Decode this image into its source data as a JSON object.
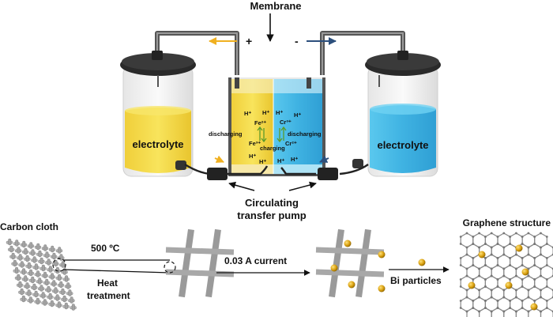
{
  "top": {
    "membrane_label": "Membrane",
    "plus_sign": "+",
    "minus_sign": "-",
    "left_tank_label": "electrolyte",
    "right_tank_label": "electrolyte",
    "pump_label_line1": "Circulating",
    "pump_label_line2": "transfer pump",
    "cell": {
      "h_plus": "H⁺",
      "fe_top": "Fe²⁺",
      "fe_bottom": "Fe³⁺",
      "cr_top": "Cr³⁺",
      "cr_bottom": "Cr²⁺",
      "left_discharging": "discharging",
      "right_discharging": "discharging",
      "charging": "charging"
    },
    "colors": {
      "yellow": "#f3d84a",
      "blue": "#4cc0e6",
      "tank_lid": "#2a2a2a",
      "pipe": "#555555",
      "arrow_yellow": "#f0b020",
      "arrow_blue": "#2c4f7c"
    }
  },
  "bottom": {
    "carbon_cloth_label": "Carbon cloth",
    "temp_label": "500 ºC",
    "heat_line1": "Heat",
    "heat_line2": "treatment",
    "current_label": "0.03 A current",
    "bi_label": "Bi particles",
    "graphene_label": "Graphene structure",
    "colors": {
      "fiber": "#9a9a9a",
      "bi_particle": "#d9a010",
      "graphene": "#888888"
    }
  }
}
